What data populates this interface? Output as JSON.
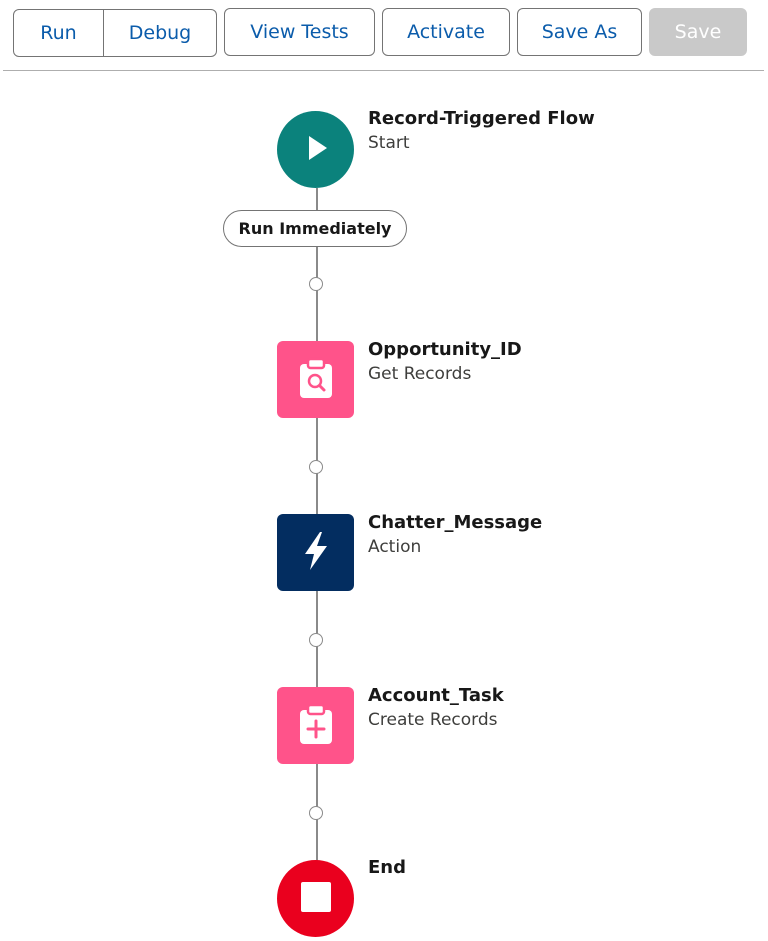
{
  "toolbar": {
    "run_label": "Run",
    "debug_label": "Debug",
    "view_tests_label": "View Tests",
    "activate_label": "Activate",
    "save_as_label": "Save As",
    "save_label": "Save",
    "save_disabled": true
  },
  "flow": {
    "start": {
      "title": "Record-Triggered Flow",
      "subtitle": "Start",
      "color": "#0b827c",
      "icon": "play-icon"
    },
    "path_label": "Run Immediately",
    "elements": [
      {
        "title": "Opportunity_ID",
        "subtitle": "Get Records",
        "color": "#ff538a",
        "icon": "clipboard-search-icon"
      },
      {
        "title": "Chatter_Message",
        "subtitle": "Action",
        "color": "#032d60",
        "icon": "lightning-bolt-icon"
      },
      {
        "title": "Account_Task",
        "subtitle": "Create Records",
        "color": "#ff538a",
        "icon": "clipboard-plus-icon"
      }
    ],
    "end": {
      "title": "End",
      "color": "#ea001e",
      "icon": "stop-icon"
    }
  }
}
